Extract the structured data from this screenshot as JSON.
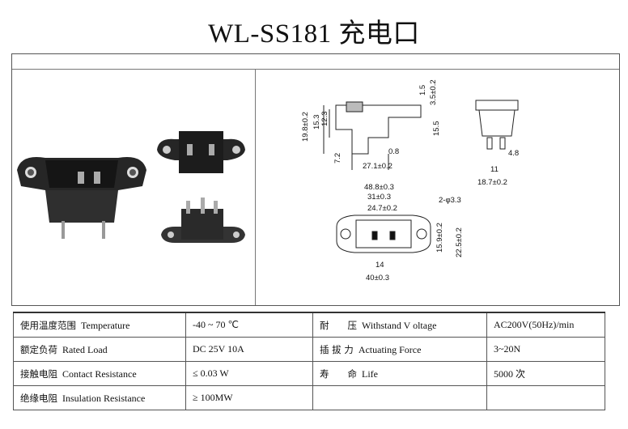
{
  "header": {
    "title": "WL-SS181 充电口"
  },
  "drawing_labels": {
    "d1": "1.5",
    "d2": "3.5±0.2",
    "d3": "19.8±0.2",
    "d4": "15.3",
    "d5": "12.3",
    "d6": "15.5",
    "d7": "7.2",
    "d8": "0.8",
    "d9": "27.1±0.2",
    "d10": "4.8",
    "d11": "11",
    "d12": "18.7±0.2",
    "d13": "48.8±0.3",
    "d14": "31±0.3",
    "d15": "24.7±0.2",
    "d16": "2-φ3.3",
    "d17": "15.9±0.2",
    "d18": "22.5±0.2",
    "d19": "14",
    "d20": "40±0.3"
  },
  "specs": [
    {
      "name_cn": "使用温度范围",
      "name_en": "Temperature",
      "value": "-40 ~ 70 ℃",
      "name2_cn": "耐　　压",
      "name2_en": "Withstand V oltage",
      "value2": "AC200V(50Hz)/min"
    },
    {
      "name_cn": "额定负荷",
      "name_en": "Rated Load",
      "value": "DC 25V 10A",
      "name2_cn": "插 拔 力",
      "name2_en": "Actuating Force",
      "value2": "3~20N"
    },
    {
      "name_cn": "接触电阻",
      "name_en": "Contact Resistance",
      "value": "≤ 0.03 W",
      "name2_cn": "寿　　命",
      "name2_en": "Life",
      "value2": "5000 次"
    },
    {
      "name_cn": "绝缘电阻",
      "name_en": "Insulation Resistance",
      "value": "≥ 100MW",
      "name2_cn": "",
      "name2_en": "",
      "value2": ""
    }
  ]
}
